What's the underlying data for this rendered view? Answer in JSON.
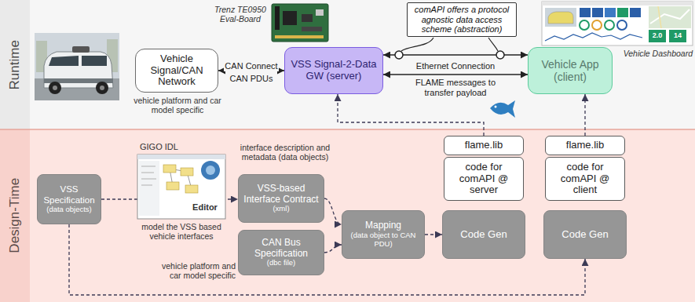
{
  "diagram": {
    "nodes": [
      {
        "text": [
          "Runtime"
        ]
      },
      {
        "text": [
          "Vehicle Signal/CAN Network"
        ],
        "in": 0
      },
      {
        "text": [
          "VSS Signal-2-Data GW (server)"
        ],
        "in": 0
      },
      {
        "text": [
          "comAPI offers a protocol agnostic data access scheme (abstraction)"
        ],
        "in": 0
      },
      {
        "text": [
          "Vehicle App (client)"
        ],
        "in": 0
      },
      {
        "text": [
          "Design-Time"
        ]
      },
      {
        "text": [
          "VSS Specification",
          "(data objects)"
        ],
        "in": 5
      },
      {
        "text": [
          "VSS-based Interface Contract",
          "(xml)"
        ],
        "in": 5
      },
      {
        "text": [
          "CAN Bus Specification",
          "(dbc file)"
        ],
        "in": 5
      },
      {
        "text": [
          "Mapping",
          "(data object to CAN PDU)"
        ],
        "in": 5
      },
      {
        "text": [
          "flame.lib"
        ],
        "in": 5
      },
      {
        "text": [
          "code for comAPI @ server"
        ],
        "in": 5
      },
      {
        "text": [
          "Code Gen"
        ],
        "in": 5
      },
      {
        "text": [
          "flame.lib"
        ],
        "in": 5
      },
      {
        "text": [
          "code for comAPI @ client"
        ],
        "in": 5
      },
      {
        "text": [
          "Code Gen"
        ],
        "in": 5
      }
    ],
    "edges": [
      {
        "from": 1,
        "to": 2,
        "arrow": "both",
        "label": "CAN Connect"
      },
      {
        "from": 2,
        "to": 4,
        "arrow": "both",
        "label": "Ethernet Connection"
      },
      {
        "from": 2,
        "to": 4,
        "arrow": "both",
        "label": "FLAME messages to transfer payload"
      },
      {
        "from": 6,
        "to": 7,
        "arrow": "to"
      },
      {
        "from": 7,
        "to": 9,
        "arrow": "to"
      },
      {
        "from": 8,
        "to": 9,
        "arrow": "to"
      },
      {
        "from": 9,
        "to": 12,
        "arrow": "to"
      },
      {
        "from": 10,
        "to": 2,
        "arrow": "to"
      },
      {
        "from": 13,
        "to": 4,
        "arrow": "to"
      },
      {
        "from": 6,
        "to": 15,
        "arrow": "to"
      }
    ],
    "labels": [
      "vehicle platform and car model specific",
      "CAN PDUs",
      "Trenz TE0950 Eval-Board",
      "Vehicle Dashboard",
      "2.0",
      "14",
      "GIGO IDL",
      "Editor",
      "model the VSS based vehicle interfaces",
      "interface description and metadata (data objects)",
      "vehicle platform and car model specific"
    ]
  }
}
